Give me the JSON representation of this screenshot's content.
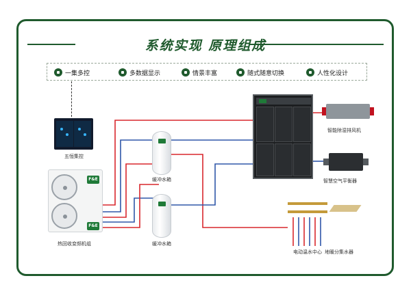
{
  "title": "系统实现  原理组成",
  "features": [
    {
      "icon": "stack-icon",
      "label": "一集多控"
    },
    {
      "icon": "pie-chart-icon",
      "label": "多数据显示"
    },
    {
      "icon": "scene-icon",
      "label": "情景丰富"
    },
    {
      "icon": "switch-icon",
      "label": "随式随意切换"
    },
    {
      "icon": "user-icon",
      "label": "人性化设计"
    }
  ],
  "components": {
    "control_panel": "五恒集控",
    "outdoor_unit": "热回收变频机组",
    "buffer_tank_top": "缓冲水箱",
    "buffer_tank_bottom": "缓冲水箱",
    "dehumid_fan": "智能除湿排风机",
    "balance_unit": "智慧空气平衡器",
    "water_center": "电动温水中心",
    "floor_manifold": "地暖分集水器",
    "brand": "F&E"
  },
  "colors": {
    "accent": "#1f5a2d",
    "hot_pipe": "#d9262c",
    "cold_pipe": "#2f56a8"
  }
}
